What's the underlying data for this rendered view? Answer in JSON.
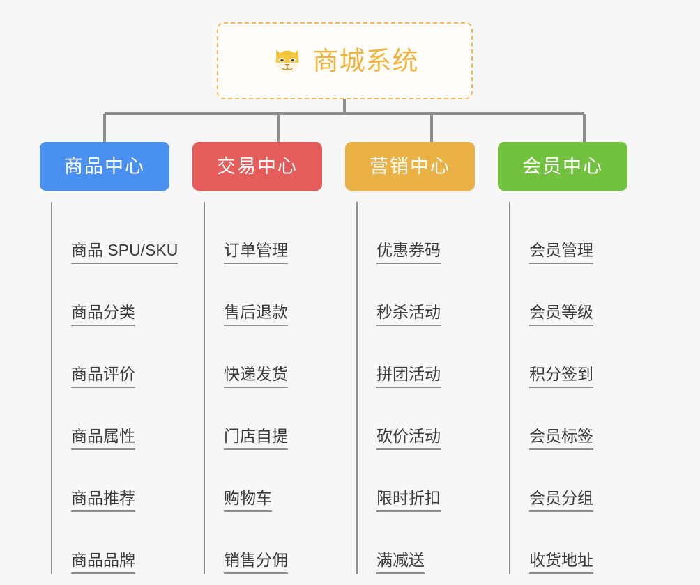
{
  "diagram": {
    "title": "商城系统",
    "root": {
      "label": "商城系统",
      "icon": "shiba-dog-icon",
      "border_color": "#f0b95a",
      "text_color": "#f2b33d",
      "background": "#fffefb"
    },
    "background_color": "#f7f7f7",
    "connector_color": "#8d8d8d",
    "leaf_text_color": "#3b3b3b",
    "columns": [
      {
        "label": "商品中心",
        "color": "#4a90f0",
        "items": [
          "商品 SPU/SKU",
          "商品分类",
          "商品评价",
          "商品属性",
          "商品推荐",
          "商品品牌"
        ]
      },
      {
        "label": "交易中心",
        "color": "#e55d5b",
        "items": [
          "订单管理",
          "售后退款",
          "快递发货",
          "门店自提",
          "购物车",
          "销售分佣"
        ]
      },
      {
        "label": "营销中心",
        "color": "#eab245",
        "items": [
          "优惠券码",
          "秒杀活动",
          "拼团活动",
          "砍价活动",
          "限时折扣",
          "满减送"
        ]
      },
      {
        "label": "会员中心",
        "color": "#73c23f",
        "items": [
          "会员管理",
          "会员等级",
          "积分签到",
          "会员标签",
          "会员分组",
          "收货地址"
        ]
      }
    ]
  }
}
